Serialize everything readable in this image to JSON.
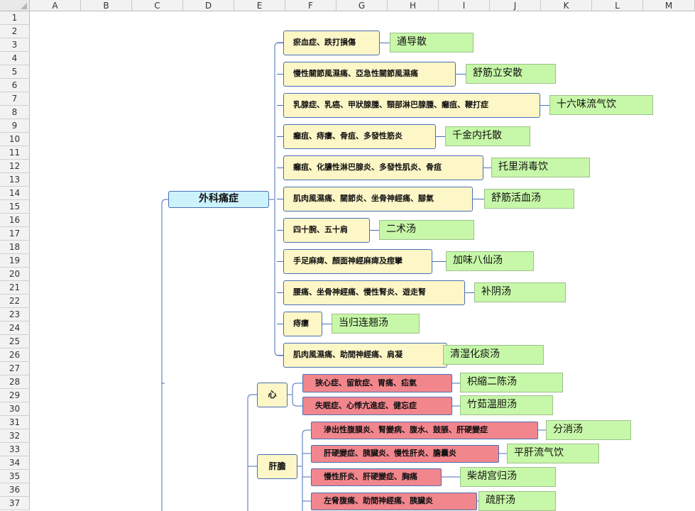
{
  "columns": [
    "A",
    "B",
    "C",
    "D",
    "E",
    "F",
    "G",
    "H",
    "I",
    "J",
    "K",
    "L",
    "M"
  ],
  "rows": [
    "1",
    "2",
    "3",
    "4",
    "5",
    "6",
    "7",
    "8",
    "9",
    "10",
    "11",
    "12",
    "13",
    "14",
    "15",
    "16",
    "17",
    "18",
    "19",
    "20",
    "21",
    "22",
    "23",
    "24",
    "25",
    "26",
    "27",
    "28",
    "29",
    "30",
    "31",
    "32",
    "33",
    "34",
    "35",
    "36",
    "37"
  ],
  "root": {
    "label": "外科痛症"
  },
  "surgical_items": [
    {
      "symptom": "瘀血症、跌打損傷",
      "remedy": "通导散"
    },
    {
      "symptom": "慢性關節風濕痛、亞急性關節風濕痛",
      "remedy": "舒筋立安散"
    },
    {
      "symptom": "乳腺症、乳癌、甲狀腺腫、頸部淋巴腺腫、癰疽、鞭打症",
      "remedy": "十六味流气饮"
    },
    {
      "symptom": "癰疽、痔瘻、骨疽、多發性筋炎",
      "remedy": "千金内托散"
    },
    {
      "symptom": "癰疽、化膿性淋巴腺炎、多發性肌炎、骨疽",
      "remedy": "托里消毒饮"
    },
    {
      "symptom": "肌肉風濕痛、關節炎、坐骨神經痛、腳氣",
      "remedy": "舒筋活血汤"
    },
    {
      "symptom": "四十腕、五十肩",
      "remedy": "二术汤"
    },
    {
      "symptom": "手足麻痺、顏面神經麻痺及痙攣",
      "remedy": "加味八仙汤"
    },
    {
      "symptom": "腰痛、坐骨神經痛、慢性腎炎、遊走腎",
      "remedy": "补阴汤"
    },
    {
      "symptom": "痔瘻",
      "remedy": "当归连翘汤"
    },
    {
      "symptom": "肌肉風濕痛、助間神經痛、肩凝",
      "remedy": "清湿化痰汤"
    }
  ],
  "heart": {
    "label": "心",
    "items": [
      {
        "symptom": "狭心症、留飲症、胃痛、疝氣",
        "remedy": "枳縮二陈汤"
      },
      {
        "symptom": "失眠症、心悸亢進症、健忘症",
        "remedy": "竹茹温胆汤"
      }
    ]
  },
  "liver": {
    "label": "肝膽",
    "items": [
      {
        "symptom": "滲出性腹膜炎、腎變病、腹水、鼓脹、肝硬變症",
        "remedy": "分消汤"
      },
      {
        "symptom": "肝硬變症、胰臟炎、慢性肝炎、膽囊炎",
        "remedy": "平肝流气饮"
      },
      {
        "symptom": "慢性肝炎、肝硬變症、胸痛",
        "remedy": "柴胡宫归汤"
      },
      {
        "symptom": "左脅腹痛、助間神經痛、胰臟炎",
        "remedy": "疏肝汤"
      }
    ]
  },
  "colors": {
    "header_bg": "#f2f2f2",
    "root_fill": "#ccf3fb",
    "symptom_fill": "#fdf6c7",
    "organ_symptom_fill": "#f2868d",
    "remedy_fill": "#c7f7a8",
    "node_border": "#4a6fb5",
    "connector": "#4a6fb5"
  }
}
